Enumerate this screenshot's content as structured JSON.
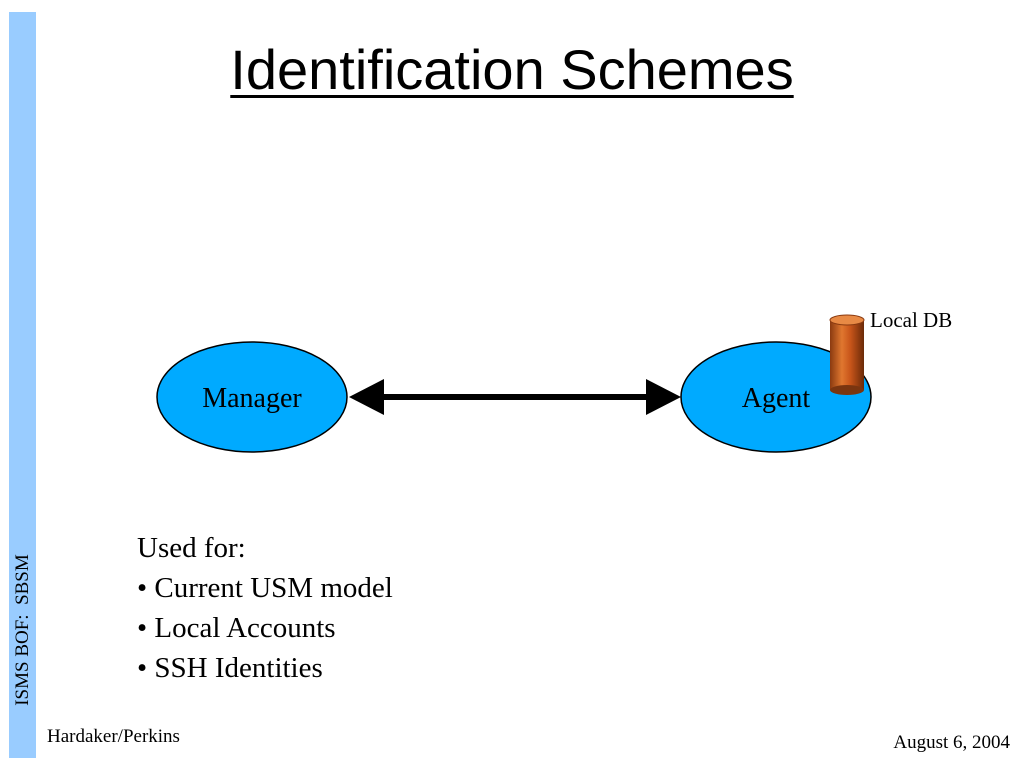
{
  "slide": {
    "title": "Identification Schemes",
    "side_label": "ISMS BOF:  SBSM",
    "footer_left": "Hardaker/Perkins",
    "footer_right": "August 6, 2004"
  },
  "diagram": {
    "nodes": {
      "manager": "Manager",
      "agent": "Agent"
    },
    "database_label": "Local DB",
    "colors": {
      "node_fill": "#00aaff",
      "arrow": "#000000",
      "database_fill": "#c8551a",
      "side_bar": "#99ccff"
    }
  },
  "content": {
    "heading": "Used for:",
    "bullets": [
      "• Current USM model",
      "• Local Accounts",
      "• SSH Identities"
    ]
  }
}
